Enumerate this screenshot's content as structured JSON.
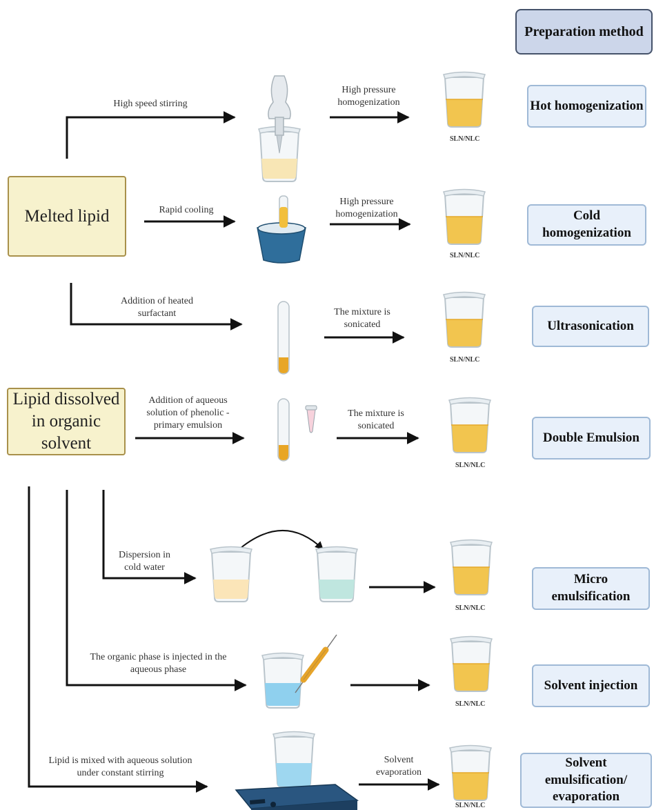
{
  "header": {
    "title": "Preparation method"
  },
  "sources": {
    "melted_lipid": "Melted lipid",
    "lipid_dissolved": "Lipid dissolved in organic solvent"
  },
  "product_label": "SLN/NLC",
  "methods": [
    {
      "name": "Hot homogenization",
      "step1": "High speed stirring",
      "step2": "High pressure homogenization"
    },
    {
      "name": "Cold homogenization",
      "step1": "Rapid cooling",
      "step2": "High pressure homogenization"
    },
    {
      "name": "Ultrasonication",
      "step1": "Addition of heated surfactant",
      "step2": "The mixture is sonicated"
    },
    {
      "name": "Double Emulsion",
      "step1": "Addition of aqueous solution of phenolic - primary emulsion",
      "step2": "The mixture is sonicated"
    },
    {
      "name": "Micro emulsification",
      "step1": "Dispersion in cold water",
      "step2": ""
    },
    {
      "name": "Solvent injection",
      "step1": "The organic phase is injected in the aqueous phase",
      "step2": ""
    },
    {
      "name": "Solvent emulsification/ evaporation",
      "step1": "Lipid is mixed with aqueous solution under constant stirring",
      "step2": "Solvent evaporation"
    }
  ],
  "colors": {
    "lipid_box_fill": "#f7f2cd",
    "method_box_fill": "#e8f0fa",
    "header_fill": "#ccd6ea",
    "nanoparticle_liquid": "#f2bf3c"
  }
}
